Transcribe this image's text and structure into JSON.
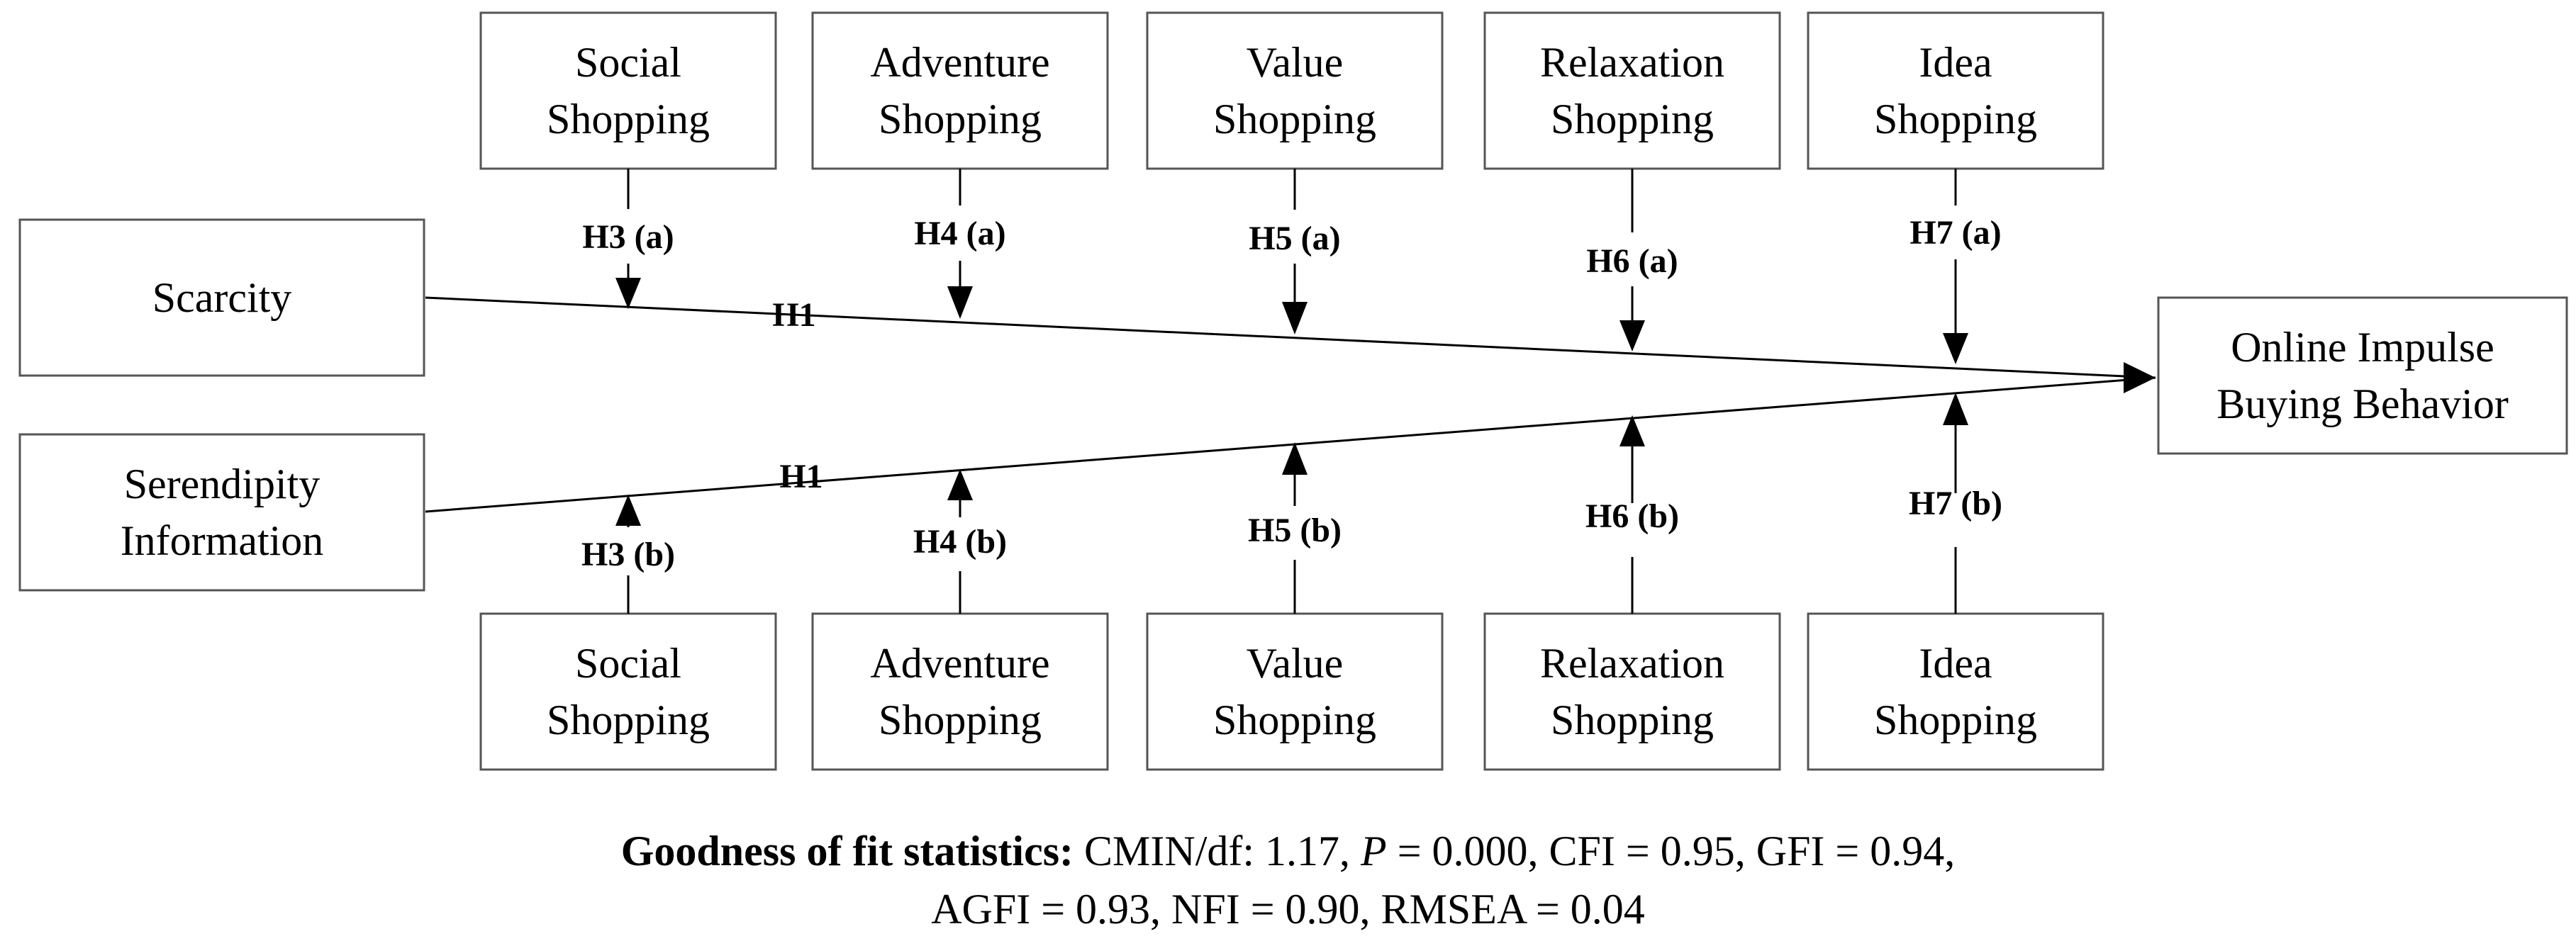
{
  "boxes": {
    "scarcity": [
      "Scarcity"
    ],
    "serendipity": [
      "Serendipity",
      "Information"
    ],
    "outcome": [
      "Online Impulse",
      "Buying Behavior"
    ],
    "top": [
      [
        "Social",
        "Shopping"
      ],
      [
        "Adventure",
        "Shopping"
      ],
      [
        "Value",
        "Shopping"
      ],
      [
        "Relaxation",
        "Shopping"
      ],
      [
        "Idea",
        "Shopping"
      ]
    ],
    "bottom": [
      [
        "Social",
        "Shopping"
      ],
      [
        "Adventure",
        "Shopping"
      ],
      [
        "Value",
        "Shopping"
      ],
      [
        "Relaxation",
        "Shopping"
      ],
      [
        "Idea",
        "Shopping"
      ]
    ]
  },
  "paths": {
    "scarcity_label": "H1",
    "serendipity_label": "H1"
  },
  "hypotheses": {
    "top": [
      "H3 (a)",
      "H4 (a)",
      "H5 (a)",
      "H6 (a)",
      "H7 (a)"
    ],
    "bottom": [
      "H3 (b)",
      "H4 (b)",
      "H5 (b)",
      "H6 (b)",
      "H7 (b)"
    ]
  },
  "fit": {
    "heading": "Goodness of fit statistics:",
    "cmin": " CMIN/df: 1.17, ",
    "p_symbol": "P",
    "line1_rest": " = 0.000, CFI = 0.95, GFI = 0.94,",
    "line2": "AGFI = 0.93, NFI = 0.90, RMSEA = 0.04"
  }
}
